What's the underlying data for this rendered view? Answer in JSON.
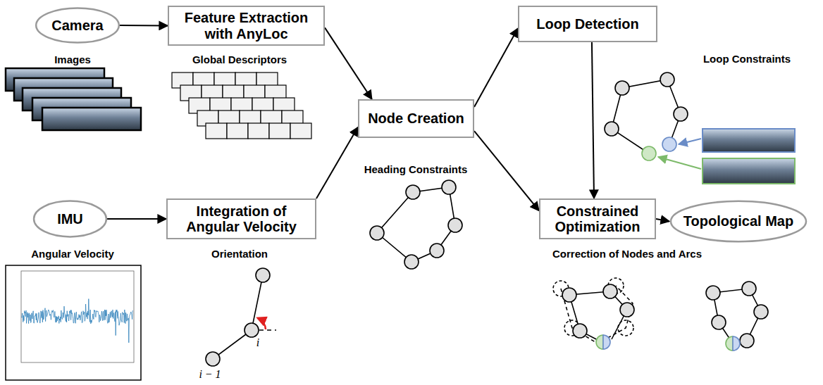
{
  "diagram": {
    "nodes": [
      {
        "text": [
          "Camera"
        ]
      },
      {
        "text": [
          "Feature Extraction with AnyLoc"
        ]
      },
      {
        "text": [
          "Node Creation"
        ]
      },
      {
        "text": [
          "Loop Detection"
        ]
      },
      {
        "text": [
          "IMU"
        ]
      },
      {
        "text": [
          "Integration of Angular Velocity"
        ]
      },
      {
        "text": [
          "Constrained Optimization"
        ]
      },
      {
        "text": [
          "Topological Map"
        ]
      }
    ],
    "edges": [
      {
        "from": 0,
        "to": 1,
        "arrow": "to"
      },
      {
        "from": 1,
        "to": 2,
        "arrow": "to"
      },
      {
        "from": 4,
        "to": 5,
        "arrow": "to"
      },
      {
        "from": 5,
        "to": 2,
        "arrow": "to"
      },
      {
        "from": 2,
        "to": 3,
        "arrow": "to"
      },
      {
        "from": 2,
        "to": 6,
        "arrow": "to"
      },
      {
        "from": 3,
        "to": 6,
        "arrow": "to"
      },
      {
        "from": 6,
        "to": 7,
        "arrow": "to"
      }
    ],
    "labels": [
      "Images",
      "Global Descriptors",
      "Heading Constraints",
      "Angular Velocity",
      "Orientation",
      "i",
      "i − 1",
      "Loop Constraints",
      "Correction of Nodes and Arcs"
    ]
  }
}
